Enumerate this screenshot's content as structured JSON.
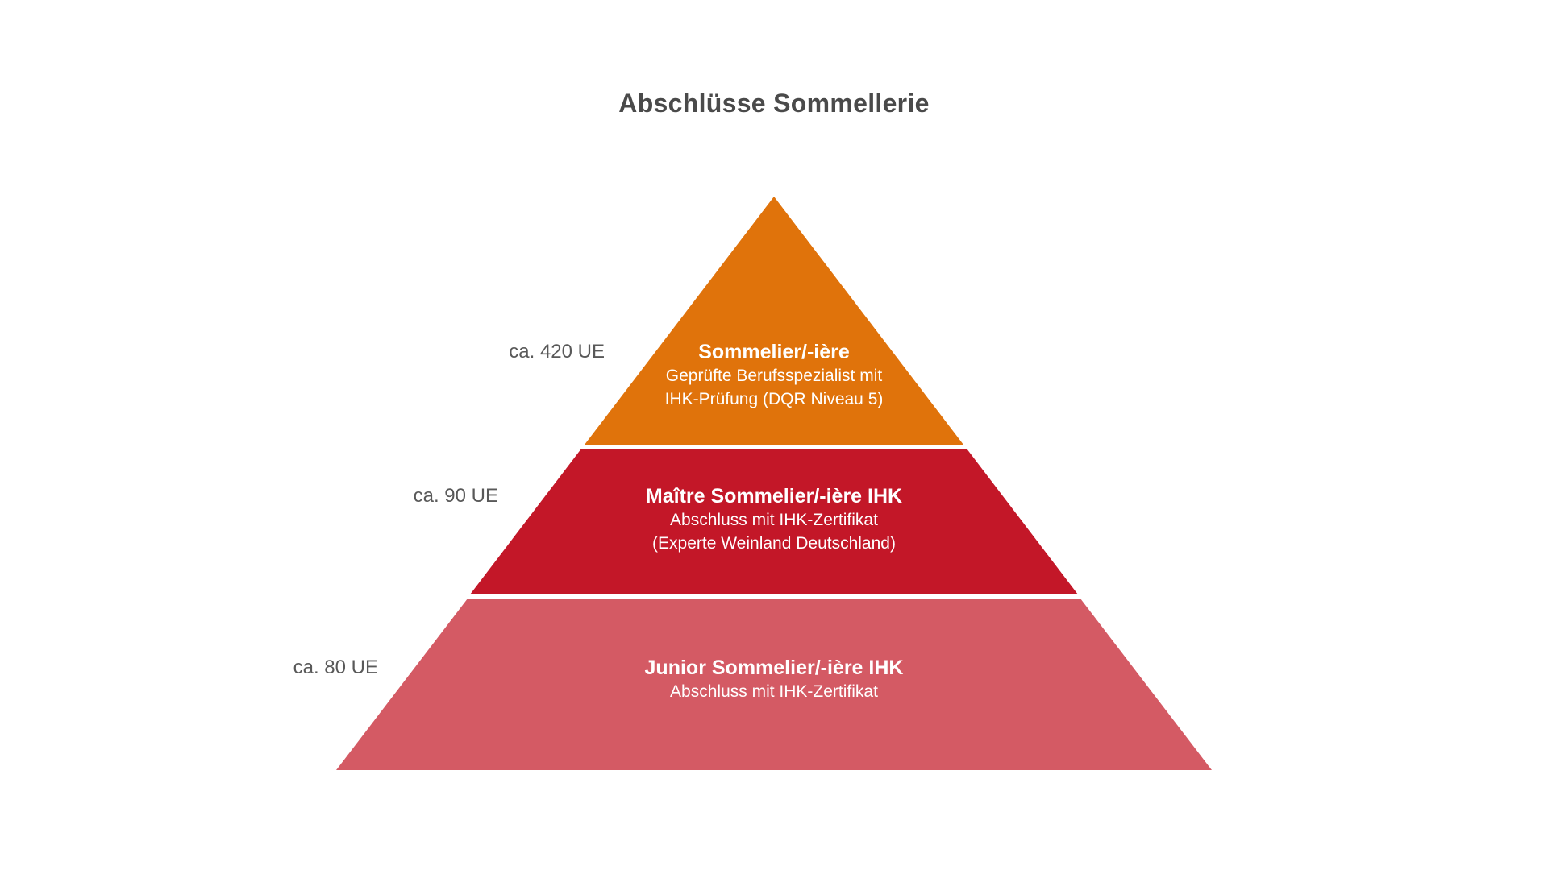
{
  "title": "Abschlüsse Sommellerie",
  "colors": {
    "background": "#FFFFFF",
    "title_text": "#4A4A4A",
    "label_text": "#595959",
    "tier_text": "#FFFFFF"
  },
  "tiers": [
    {
      "duration": "ca. 420 UE",
      "heading": "Sommelier/-ière",
      "line1": "Geprüfte Berufsspezialist mit",
      "line2": "IHK-Prüfung (DQR Niveau 5)",
      "color": "#E0730B"
    },
    {
      "duration": "ca. 90 UE",
      "heading": "Maître Sommelier/-ière IHK",
      "line1": "Abschluss mit IHK-Zertifikat",
      "line2": "(Experte Weinland Deutschland)",
      "color": "#C31728"
    },
    {
      "duration": "ca. 80 UE",
      "heading": "Junior Sommelier/-ière IHK",
      "line1": "Abschluss mit IHK-Zertifikat",
      "color": "#D45A64"
    }
  ]
}
